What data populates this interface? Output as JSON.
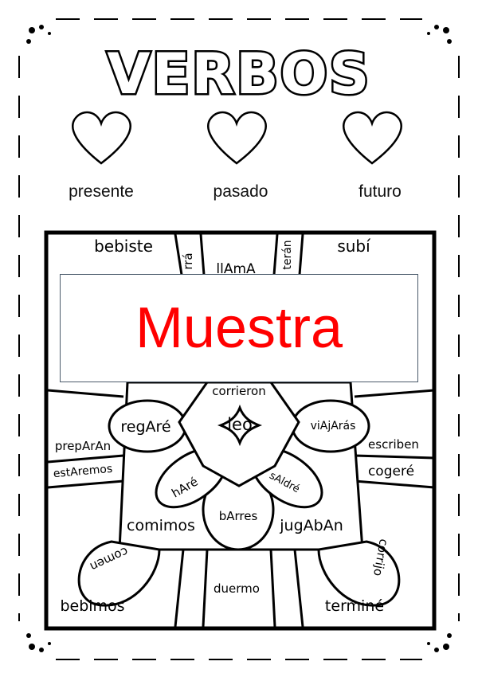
{
  "title": "VERBOS",
  "categories": [
    {
      "label": "presente",
      "icon": "heart-icon"
    },
    {
      "label": "pasado",
      "icon": "heart-icon"
    },
    {
      "label": "futuro",
      "icon": "heart-icon"
    }
  ],
  "words": {
    "bebiste": "bebiste",
    "rra": "rrá",
    "llama": "llAmA",
    "teran": "terán",
    "subi": "subí",
    "corrieron": "corrieron",
    "regare": "regAré",
    "leo": "leo",
    "viajaras": "viAjArás",
    "preparan": "prepArAn",
    "escriben": "escriben",
    "estaremos": "estAremos",
    "cogere": "cogeré",
    "hare": "hAré",
    "saldre": "sAldré",
    "barres": "bArres",
    "comimos": "comimos",
    "jugaban": "jugAbAn",
    "comen": "comen",
    "corrijo": "corrijo",
    "duermo": "duermo",
    "bebimos": "bebimos",
    "termine": "terminé"
  },
  "watermark": "Muestra"
}
